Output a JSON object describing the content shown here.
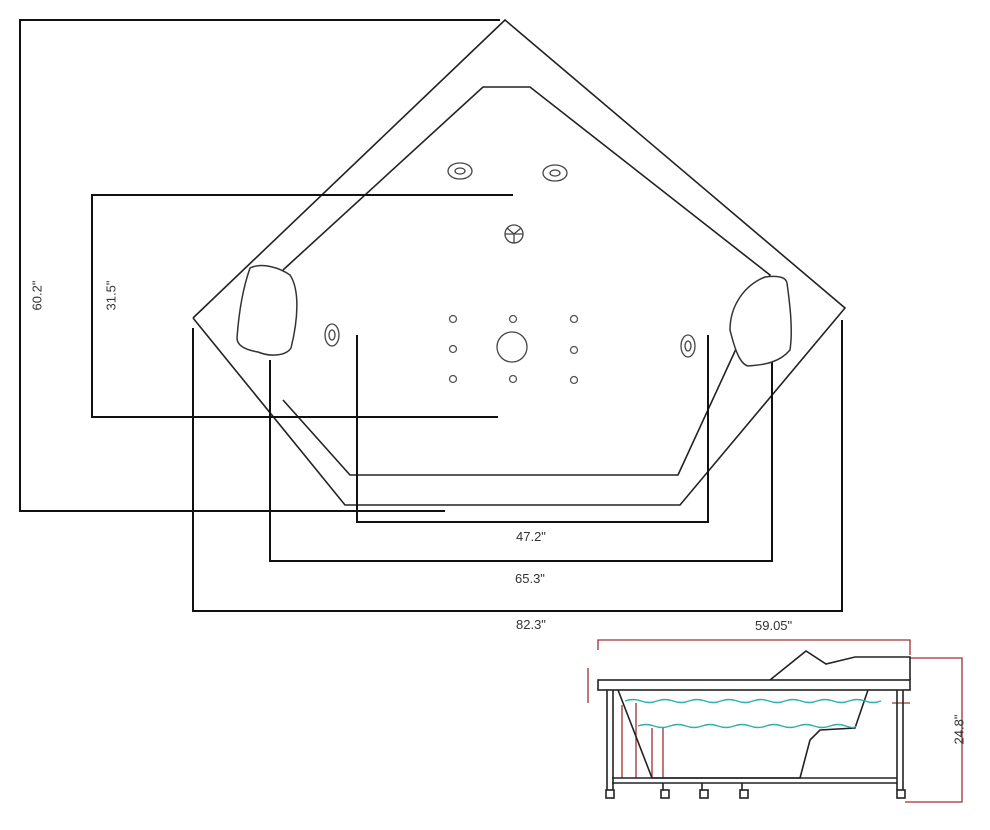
{
  "diagram": {
    "title": "Corner whirlpool tub dimension drawing",
    "top_view": {
      "dimensions": {
        "overall_depth": "60.2\"",
        "inner_depth": "31.5\"",
        "inner_width": "47.2\"",
        "mid_width": "65.3\"",
        "overall_width": "82.3\""
      },
      "features": {
        "pillows": [
          "left-pillow",
          "right-pillow"
        ],
        "side_jets": 4,
        "drain": "drain-grate",
        "floor_jets": 8,
        "center_jet": "center-jet"
      }
    },
    "side_view": {
      "dimensions": {
        "length": "59.05\"",
        "height": "24.8\""
      },
      "water_line_color": "#2ab0b0",
      "dimension_line_color": "#a03030"
    },
    "colors": {
      "line": "#222222",
      "background": "#ffffff",
      "label": "#333333"
    }
  }
}
